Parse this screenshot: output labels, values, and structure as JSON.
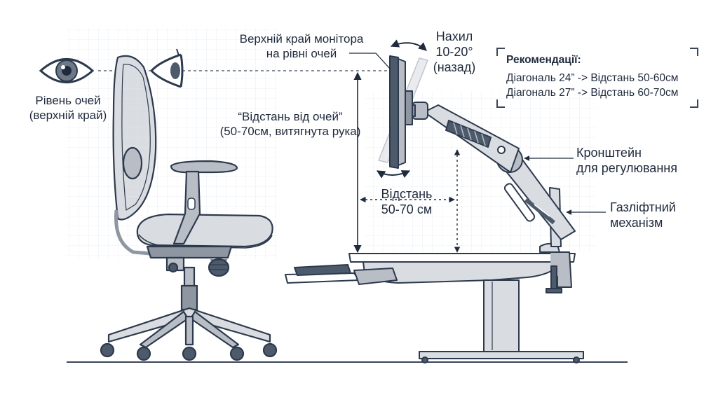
{
  "labels": {
    "eye_level": [
      "Рівень очей",
      "(верхній край)"
    ],
    "monitor_top": [
      "Верхній край монітора",
      "на рівні очей"
    ],
    "tilt": [
      "Нахил",
      "10-20°",
      "(назад)"
    ],
    "eye_distance": [
      "“Відстань від очей”",
      "(50-70см, витягнута рука)"
    ],
    "distance": [
      "Відстань",
      "50-70 см"
    ],
    "bracket": [
      "Кронштейн",
      "для регулювання"
    ],
    "gas_lift": [
      "Газліфтний",
      "механізм"
    ]
  },
  "recommendations": {
    "title": "Рекомендації:",
    "rows": [
      "Діагональ 24” -> Відстань 50-60см",
      "Діагональ 27” -> Відстань 60-70см"
    ]
  },
  "colors": {
    "ink": "#1f2a3c",
    "metal": "#b9bec6",
    "metal_light": "#d9dce1",
    "dark": "#2d3a4d",
    "grid": "#dfe6ee"
  }
}
